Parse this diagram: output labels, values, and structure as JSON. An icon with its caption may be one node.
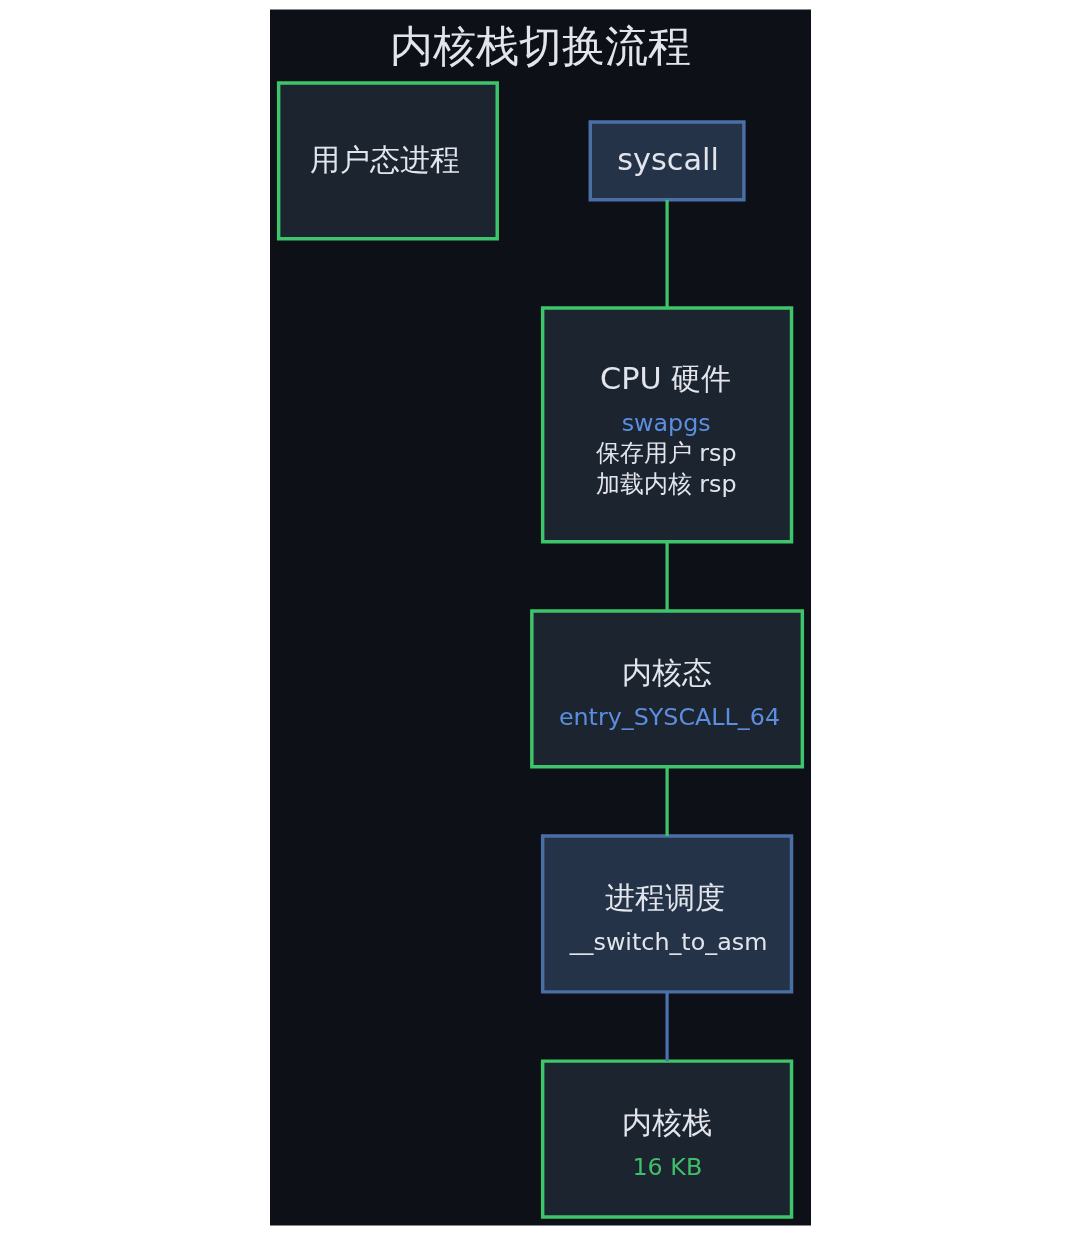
{
  "diagram": {
    "title": "内核栈切换流程",
    "nodes": [
      {
        "text": [
          "用户态进程"
        ]
      },
      {
        "text": [
          "syscall"
        ]
      },
      {
        "text": [
          "CPU 硬件",
          "swapgs",
          "保存用户 rsp",
          "加载内核 rsp"
        ]
      },
      {
        "text": [
          "内核态",
          "entry_SYSCALL_64"
        ]
      },
      {
        "text": [
          "进程调度",
          "__switch_to_asm"
        ]
      },
      {
        "text": [
          "内核栈",
          "16 KB"
        ]
      }
    ],
    "edges": [
      {
        "from": 1,
        "to": 2,
        "arrow": "none"
      },
      {
        "from": 2,
        "to": 3,
        "arrow": "none"
      },
      {
        "from": 3,
        "to": 4,
        "arrow": "none"
      },
      {
        "from": 4,
        "to": 5,
        "arrow": "none",
        "color": "#4a72b0"
      }
    ]
  }
}
